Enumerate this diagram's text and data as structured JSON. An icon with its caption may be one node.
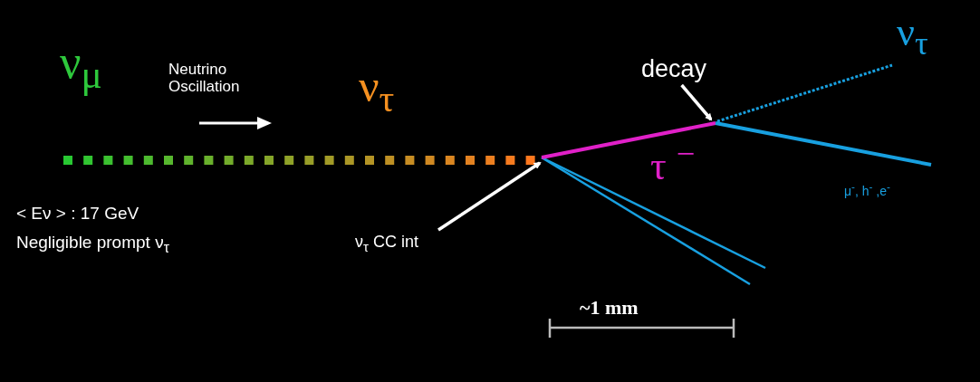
{
  "diagram": {
    "nodes": [
      {
        "text": [
          "decay"
        ]
      },
      {
        "text": [
          "ν$_{τ}$ CC int"
        ]
      },
      {
        "text": [],
        "shape": "line"
      },
      {
        "text": [],
        "shape": "line"
      }
    ],
    "edges": [
      {
        "from": 0,
        "to": 3,
        "arrow": "to"
      },
      {
        "from": 1,
        "to": 2,
        "arrow": "to"
      }
    ],
    "labels": [
      "ν$_{μ}$",
      "Neutrino Oscillation",
      "ν$_{τ}$",
      "τ $^{−}$",
      "ν$_{τ}$",
      "μ$^{-}$, h$^{-}$ ,e$^{-}$",
      "< Eν > : 17 GeV",
      "Negligible prompt ν$_{τ}$",
      "~1 mm"
    ]
  }
}
